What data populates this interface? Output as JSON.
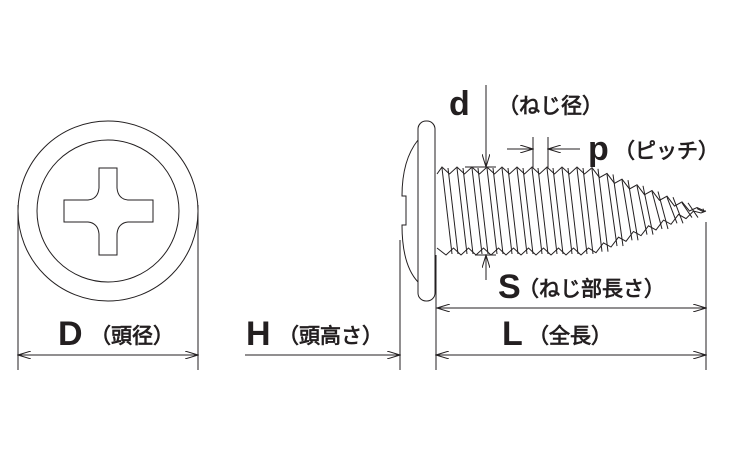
{
  "labels": {
    "D": {
      "symbol": "D",
      "text": "（頭径）"
    },
    "H": {
      "symbol": "H",
      "text": "（頭高さ）"
    },
    "d": {
      "symbol": "d",
      "text": "（ねじ径）"
    },
    "p": {
      "symbol": "p",
      "text": "（ピッチ）"
    },
    "S": {
      "symbol": "S",
      "text": "（ねじ部長さ）"
    },
    "L": {
      "symbol": "L",
      "text": "（全長）"
    }
  },
  "colors": {
    "line": "#231f20",
    "background": "#ffffff"
  }
}
